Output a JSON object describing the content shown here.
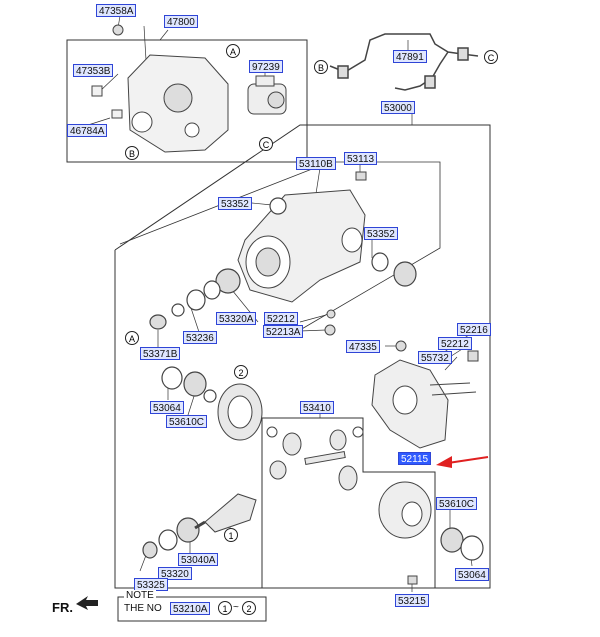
{
  "callouts": {
    "c47358A": "47358A",
    "c47800": "47800",
    "c47353B": "47353B",
    "c97239": "97239",
    "c46784A": "46784A",
    "c47891": "47891",
    "c53000": "53000",
    "c53110B": "53110B",
    "c53113": "53113",
    "c53352a": "53352",
    "c53352b": "53352",
    "c53320A": "53320A",
    "c52212a": "52212",
    "c52213A": "52213A",
    "c53236": "53236",
    "c53371B": "53371B",
    "c47335": "47335",
    "c52216": "52216",
    "c52212b": "52212",
    "c55732": "55732",
    "c53064a": "53064",
    "c53610Ca": "53610C",
    "c53410": "53410",
    "c52115": "52115",
    "c53610Cb": "53610C",
    "c53040A": "53040A",
    "c53320": "53320",
    "c53325": "53325",
    "c53064b": "53064",
    "c53215": "53215",
    "c53210A": "53210A"
  },
  "circle_refs": {
    "a1": "A",
    "b1": "B",
    "c1": "C",
    "b2": "B",
    "c2": "C",
    "a2": "A",
    "n1": "1",
    "n2": "2",
    "n3": "1",
    "n4": "2"
  },
  "note": {
    "title": "NOTE",
    "text": "THE NO",
    "range_sep": "~"
  },
  "orientation": {
    "fr_label": "FR."
  },
  "colors": {
    "highlight": "#2f5bff",
    "label_fill": "#dfe6ff",
    "label_border": "#2f45d6",
    "arrow": "#e02020"
  }
}
